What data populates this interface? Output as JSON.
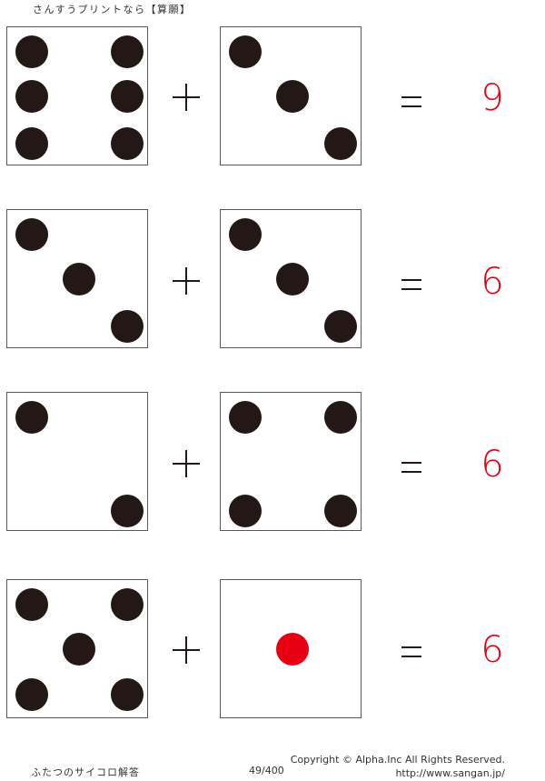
{
  "header": {
    "title": "さんすうプリントなら【算願】"
  },
  "colors": {
    "pip": "#231815",
    "highlight_pip": "#e60012",
    "answer": "#e60012",
    "border": "#595757"
  },
  "operators": {
    "plus": "plus",
    "equals": "equals"
  },
  "problems": [
    {
      "left_die": 6,
      "right_die": 3,
      "answer": "9"
    },
    {
      "left_die": 3,
      "right_die": 3,
      "answer": "6"
    },
    {
      "left_die": 2,
      "right_die": 4,
      "answer": "6"
    },
    {
      "left_die": 5,
      "right_die": 1,
      "answer": "6",
      "right_die_red": true
    }
  ],
  "footer": {
    "worksheet_title": "ふたつのサイコロ解答",
    "page": "49/400",
    "copyright": "Copyright ©  Alpha.Inc All Rights Reserved.",
    "url": "http://www.sangan.jp/"
  }
}
